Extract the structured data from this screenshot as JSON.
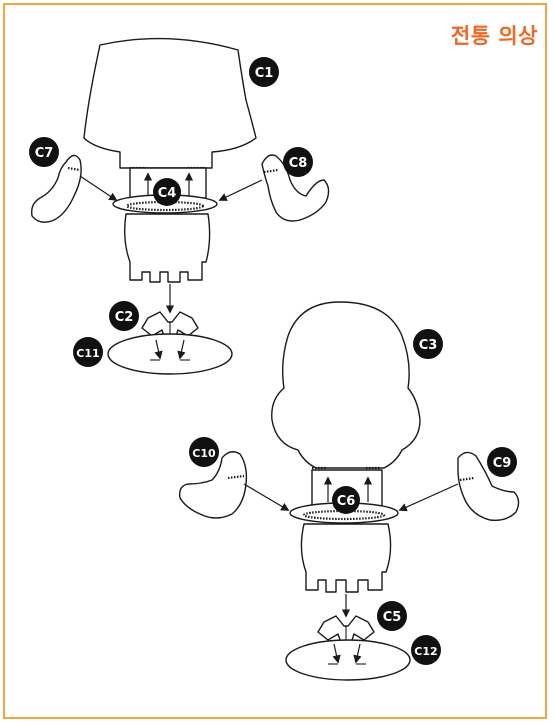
{
  "title": "전통 의상",
  "colors": {
    "frame": "#f4a63c",
    "title": "#f26722",
    "badge": "#111111"
  },
  "labels": {
    "c1": "C1",
    "c2": "C2",
    "c3": "C3",
    "c4": "C4",
    "c5": "C5",
    "c6": "C6",
    "c7": "C7",
    "c8": "C8",
    "c9": "C9",
    "c10": "C10",
    "c11": "C11",
    "c12": "C12"
  }
}
